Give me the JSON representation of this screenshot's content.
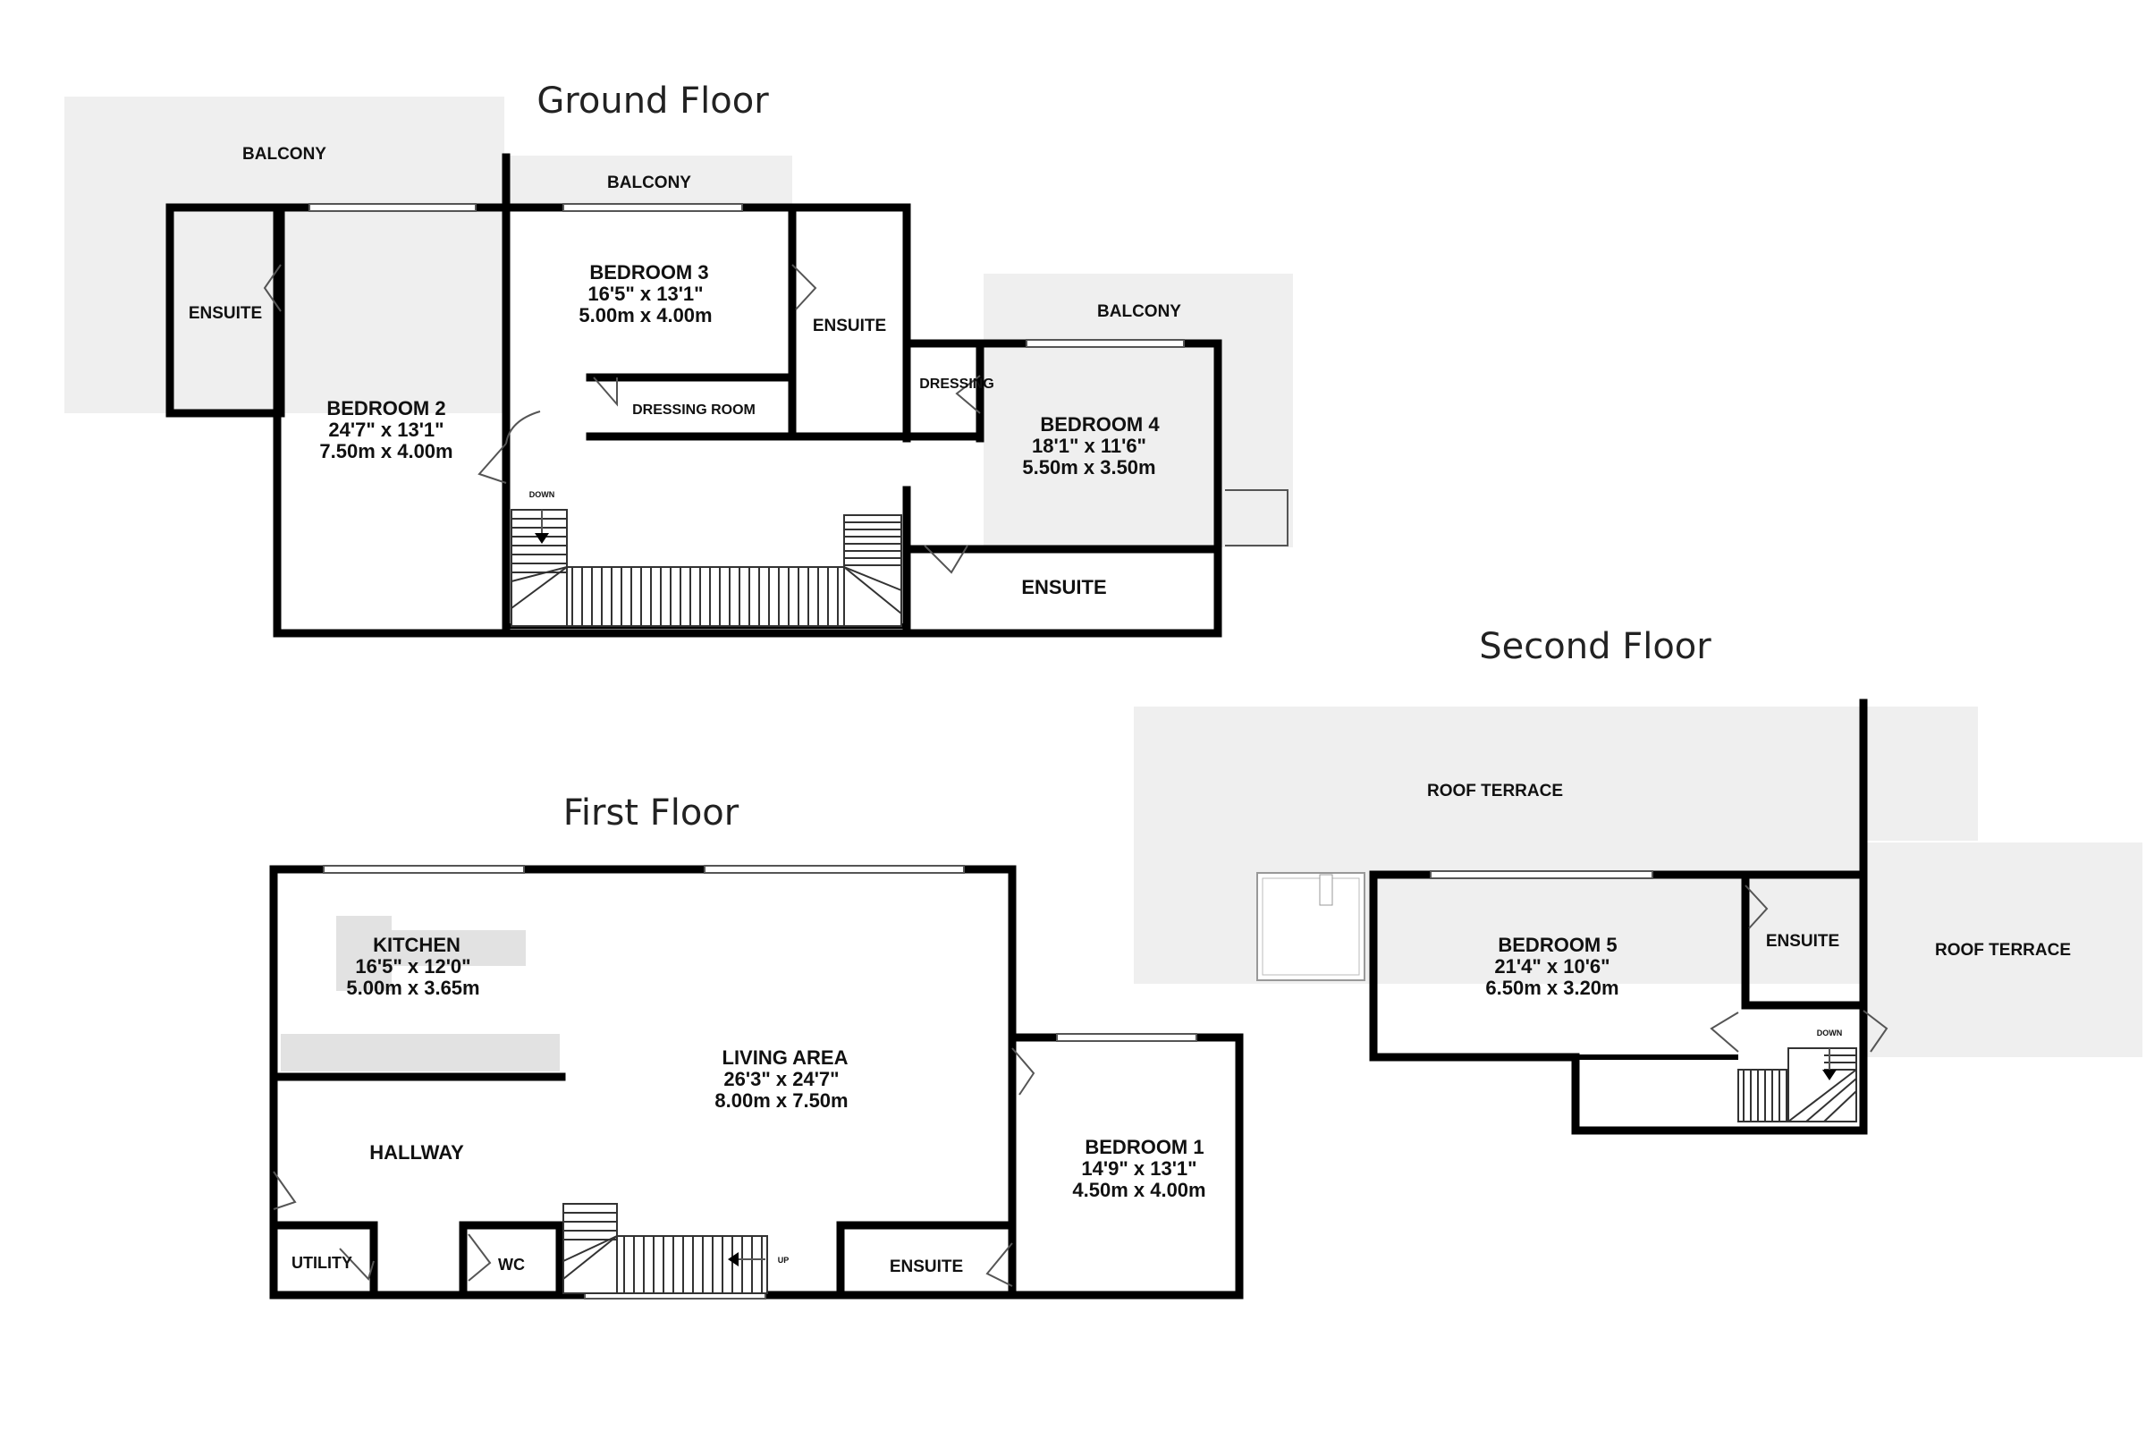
{
  "colors": {
    "wall": "#000000",
    "outdoor": "#efefef",
    "counter": "#e2e2e2"
  },
  "floors": {
    "ground": {
      "title": "Ground Floor",
      "balcony_left": "BALCONY",
      "balcony_middle": "BALCONY",
      "balcony_right": "BALCONY",
      "ensuite_left": "ENSUITE",
      "bedroom2": {
        "name": "BEDROOM 2",
        "imperial": "24'7\"  x 13'1\"",
        "metric": "7.50m  x 4.00m"
      },
      "bedroom3": {
        "name": "BEDROOM 3",
        "imperial": "16'5\"  x 13'1\"",
        "metric": "5.00m  x 4.00m"
      },
      "ensuite_middle": "ENSUITE",
      "dressing_room": "DRESSING ROOM",
      "dressing": "DRESSING",
      "bedroom4": {
        "name": "BEDROOM 4",
        "imperial": "18'1\"  x 11'6\"",
        "metric": "5.50m  x 3.50m"
      },
      "ensuite_bottom": "ENSUITE",
      "stair_label": "DOWN"
    },
    "first": {
      "title": "First Floor",
      "kitchen": {
        "name": "KITCHEN",
        "imperial": "16'5\"  x 12'0\"",
        "metric": "5.00m  x 3.65m"
      },
      "living": {
        "name": "LIVING AREA",
        "imperial": "26'3\"  x 24'7\"",
        "metric": "8.00m  x 7.50m"
      },
      "hallway": "HALLWAY",
      "bedroom1": {
        "name": "BEDROOM 1",
        "imperial": "14'9\"  x 13'1\"",
        "metric": "4.50m  x 4.00m"
      },
      "utility": "UTILITY",
      "wc": "WC",
      "ensuite": "ENSUITE",
      "stair_label": "UP"
    },
    "second": {
      "title": "Second Floor",
      "roof_terrace_left": "ROOF TERRACE",
      "roof_terrace_right": "ROOF TERRACE",
      "bedroom5": {
        "name": "BEDROOM 5",
        "imperial": "21'4\"  x 10'6\"",
        "metric": "6.50m  x 3.20m"
      },
      "ensuite": "ENSUITE",
      "stair_label": "DOWN"
    }
  }
}
